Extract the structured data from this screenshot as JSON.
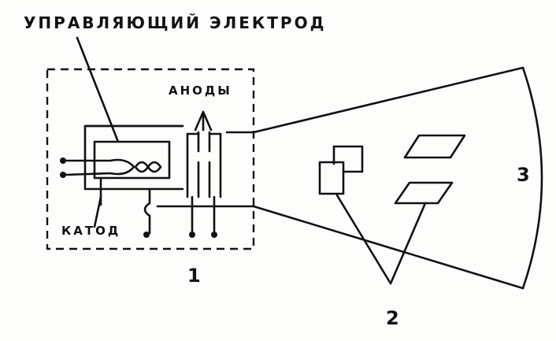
{
  "labels": {
    "control_electrode": "УПРАВЛЯЮЩИЙ ЭЛЕКТРОД",
    "anodes": "АНОДЫ",
    "cathode": "КАТОД",
    "num_1": "1",
    "num_2": "2",
    "num_3": "3"
  }
}
